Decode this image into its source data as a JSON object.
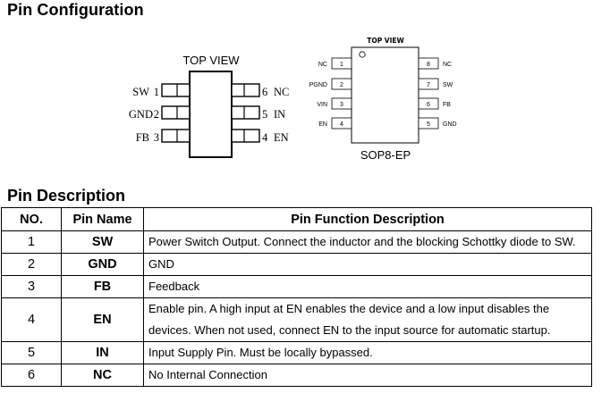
{
  "headings": {
    "pin_configuration": "Pin Configuration",
    "pin_description": "Pin Description"
  },
  "sot_package": {
    "title": "TOP VIEW",
    "left_pins": [
      {
        "name": "SW",
        "num": "1"
      },
      {
        "name": "GND",
        "num": "2"
      },
      {
        "name": "FB",
        "num": "3"
      }
    ],
    "right_pins": [
      {
        "num": "6",
        "name": "NC"
      },
      {
        "num": "5",
        "name": "IN"
      },
      {
        "num": "4",
        "name": "EN"
      }
    ]
  },
  "sop_package": {
    "title": "TOP VIEW",
    "name": "SOP8-EP",
    "left_pins": [
      {
        "name": "NC",
        "num": "1"
      },
      {
        "name": "PGND",
        "num": "2"
      },
      {
        "name": "VIN",
        "num": "3"
      },
      {
        "name": "EN",
        "num": "4"
      }
    ],
    "right_pins": [
      {
        "num": "8",
        "name": "NC"
      },
      {
        "num": "7",
        "name": "SW"
      },
      {
        "num": "6",
        "name": "FB"
      },
      {
        "num": "5",
        "name": "GND"
      }
    ]
  },
  "table": {
    "headers": {
      "no": "NO.",
      "name": "Pin Name",
      "function": "Pin Function Description"
    },
    "rows": [
      {
        "no": "1",
        "name": "SW",
        "function": "Power Switch Output. Connect the inductor and the blocking Schottky diode to SW."
      },
      {
        "no": "2",
        "name": "GND",
        "function": "GND"
      },
      {
        "no": "3",
        "name": "FB",
        "function": "Feedback"
      },
      {
        "no": "4",
        "name": "EN",
        "function": "Enable pin. A high input at EN enables the device and a low input disables the devices. When not used, connect EN to the input source for automatic startup."
      },
      {
        "no": "5",
        "name": "IN",
        "function": "Input Supply Pin. Must be locally bypassed."
      },
      {
        "no": "6",
        "name": "NC",
        "function": "No Internal Connection"
      }
    ]
  }
}
